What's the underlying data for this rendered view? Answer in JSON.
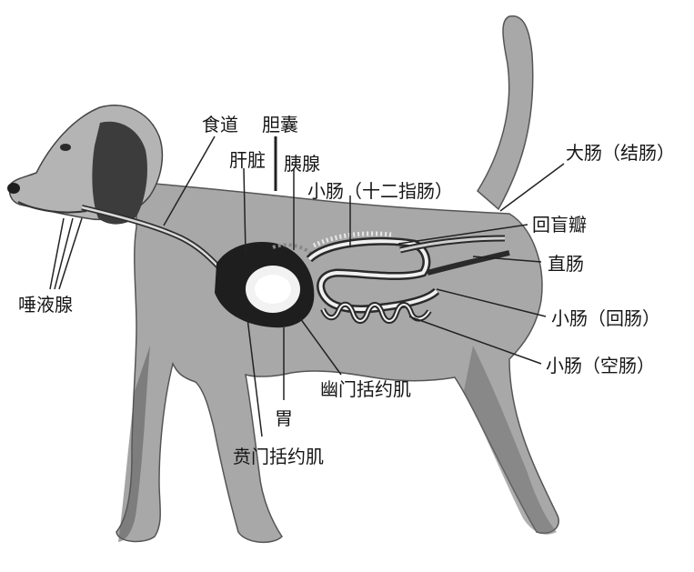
{
  "labels": {
    "esophagus": "食道",
    "gallbladder": "胆囊",
    "liver": "肝脏",
    "pancreas": "胰腺",
    "duodenum": "小肠（十二指肠）",
    "colon": "大肠（结肠）",
    "ileocecal_valve": "回盲瓣",
    "rectum": "直肠",
    "ileum": "小肠（回肠）",
    "jejunum": "小肠（空肠）",
    "salivary_gland": "唾液腺",
    "pyloric_sphincter": "幽门括约肌",
    "stomach": "胃",
    "cardiac_sphincter": "贲门括约肌"
  },
  "colors": {
    "dog_body": "#a8a8a8",
    "dog_dark": "#3c3c3c",
    "leader_line": "#222222",
    "organ_light": "#f2f2f2"
  }
}
